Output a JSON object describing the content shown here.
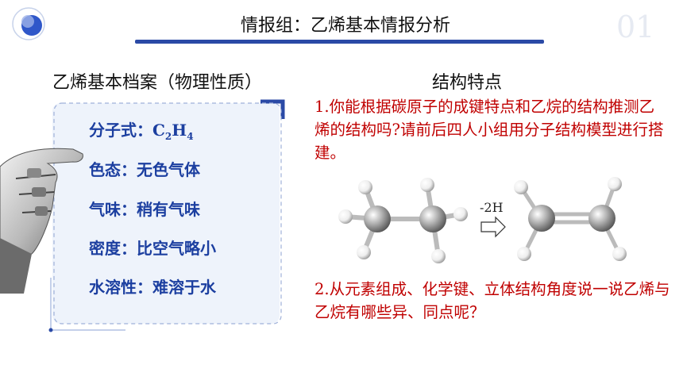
{
  "header": {
    "title": "情报组：乙烯基本情报分析",
    "page_number": "01"
  },
  "left": {
    "heading": "乙烯基本档案（物理性质）",
    "properties": [
      {
        "label": "分子式：",
        "value": "C2H4"
      },
      {
        "label": "色态：",
        "value": "无色气体"
      },
      {
        "label": "气味：",
        "value": "稍有气味"
      },
      {
        "label": "密度：",
        "value": "比空气略小"
      },
      {
        "label": "水溶性：",
        "value": "难溶于水"
      }
    ],
    "formula": {
      "c": "C",
      "c_sub": "2",
      "h": "H",
      "h_sub": "4"
    }
  },
  "right": {
    "heading": "结构特点",
    "question1": "1.你能根据碳原子的成键特点和乙烷的结构推测乙烯的结构吗?请前后四人小组用分子结构模型进行搭建。",
    "reaction_label": "-2H",
    "question2": "2.从元素组成、化学键、立体结构角度说一说乙烯与乙烷有哪些异、同点呢？"
  },
  "colors": {
    "accent_blue": "#2b4aa6",
    "property_text": "#1c3fa0",
    "question_text": "#c00000",
    "card_bg": "#eef3fb"
  }
}
